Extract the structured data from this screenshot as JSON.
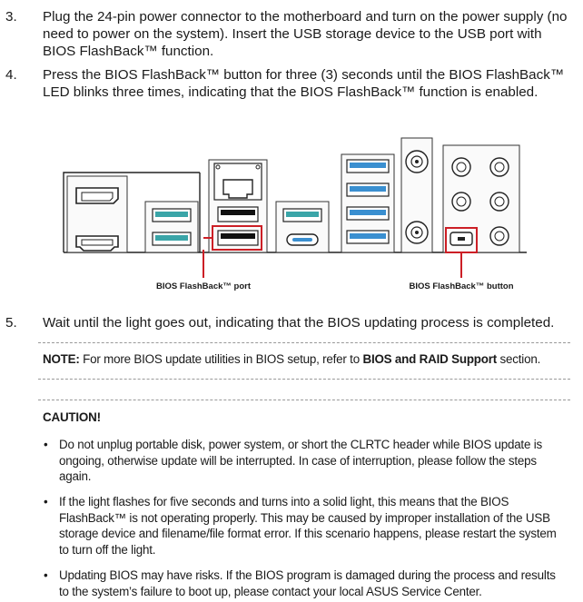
{
  "steps": [
    {
      "number": "3.",
      "text": "Plug the 24-pin power connector to the motherboard and turn on the power supply (no need to power on the system). Insert the USB storage device to the USB port with BIOS FlashBack™ function."
    },
    {
      "number": "4.",
      "text": "Press the BIOS FlashBack™ button for three (3) seconds until the BIOS FlashBack™ LED blinks three times, indicating that the BIOS FlashBack™ function is enabled."
    },
    {
      "number": "5.",
      "text": "Wait until the light goes out, indicating that the BIOS updating process is completed."
    }
  ],
  "diagram": {
    "port_label": "BIOS FlashBack™ port",
    "button_label": "BIOS FlashBack™ button",
    "highlight_color": "#cc1f26",
    "usb_color": "#3a8fd0",
    "usb_alt_color": "#3aa5a8"
  },
  "note": {
    "label": "NOTE:",
    "text_before": " For more BIOS update utilities in BIOS setup, refer to ",
    "link": "BIOS and RAID Support",
    "text_after": " section."
  },
  "caution": {
    "title": "CAUTION!",
    "bullet_symbol": "•",
    "bullets": [
      "Do not unplug portable disk, power system, or short the CLRTC header while BIOS update is ongoing, otherwise update will be interrupted. In case of interruption, please follow the steps again.",
      "If the light flashes for five seconds and turns into a solid light, this means that the BIOS FlashBack™ is not operating properly. This may be caused by improper installation of the USB storage device and filename/file format error. If this scenario happens, please restart the system to turn off the light.",
      "Updating BIOS may have risks. If the BIOS program is damaged during the process and results to the system’s failure to boot up, please contact your local ASUS Service Center."
    ]
  }
}
